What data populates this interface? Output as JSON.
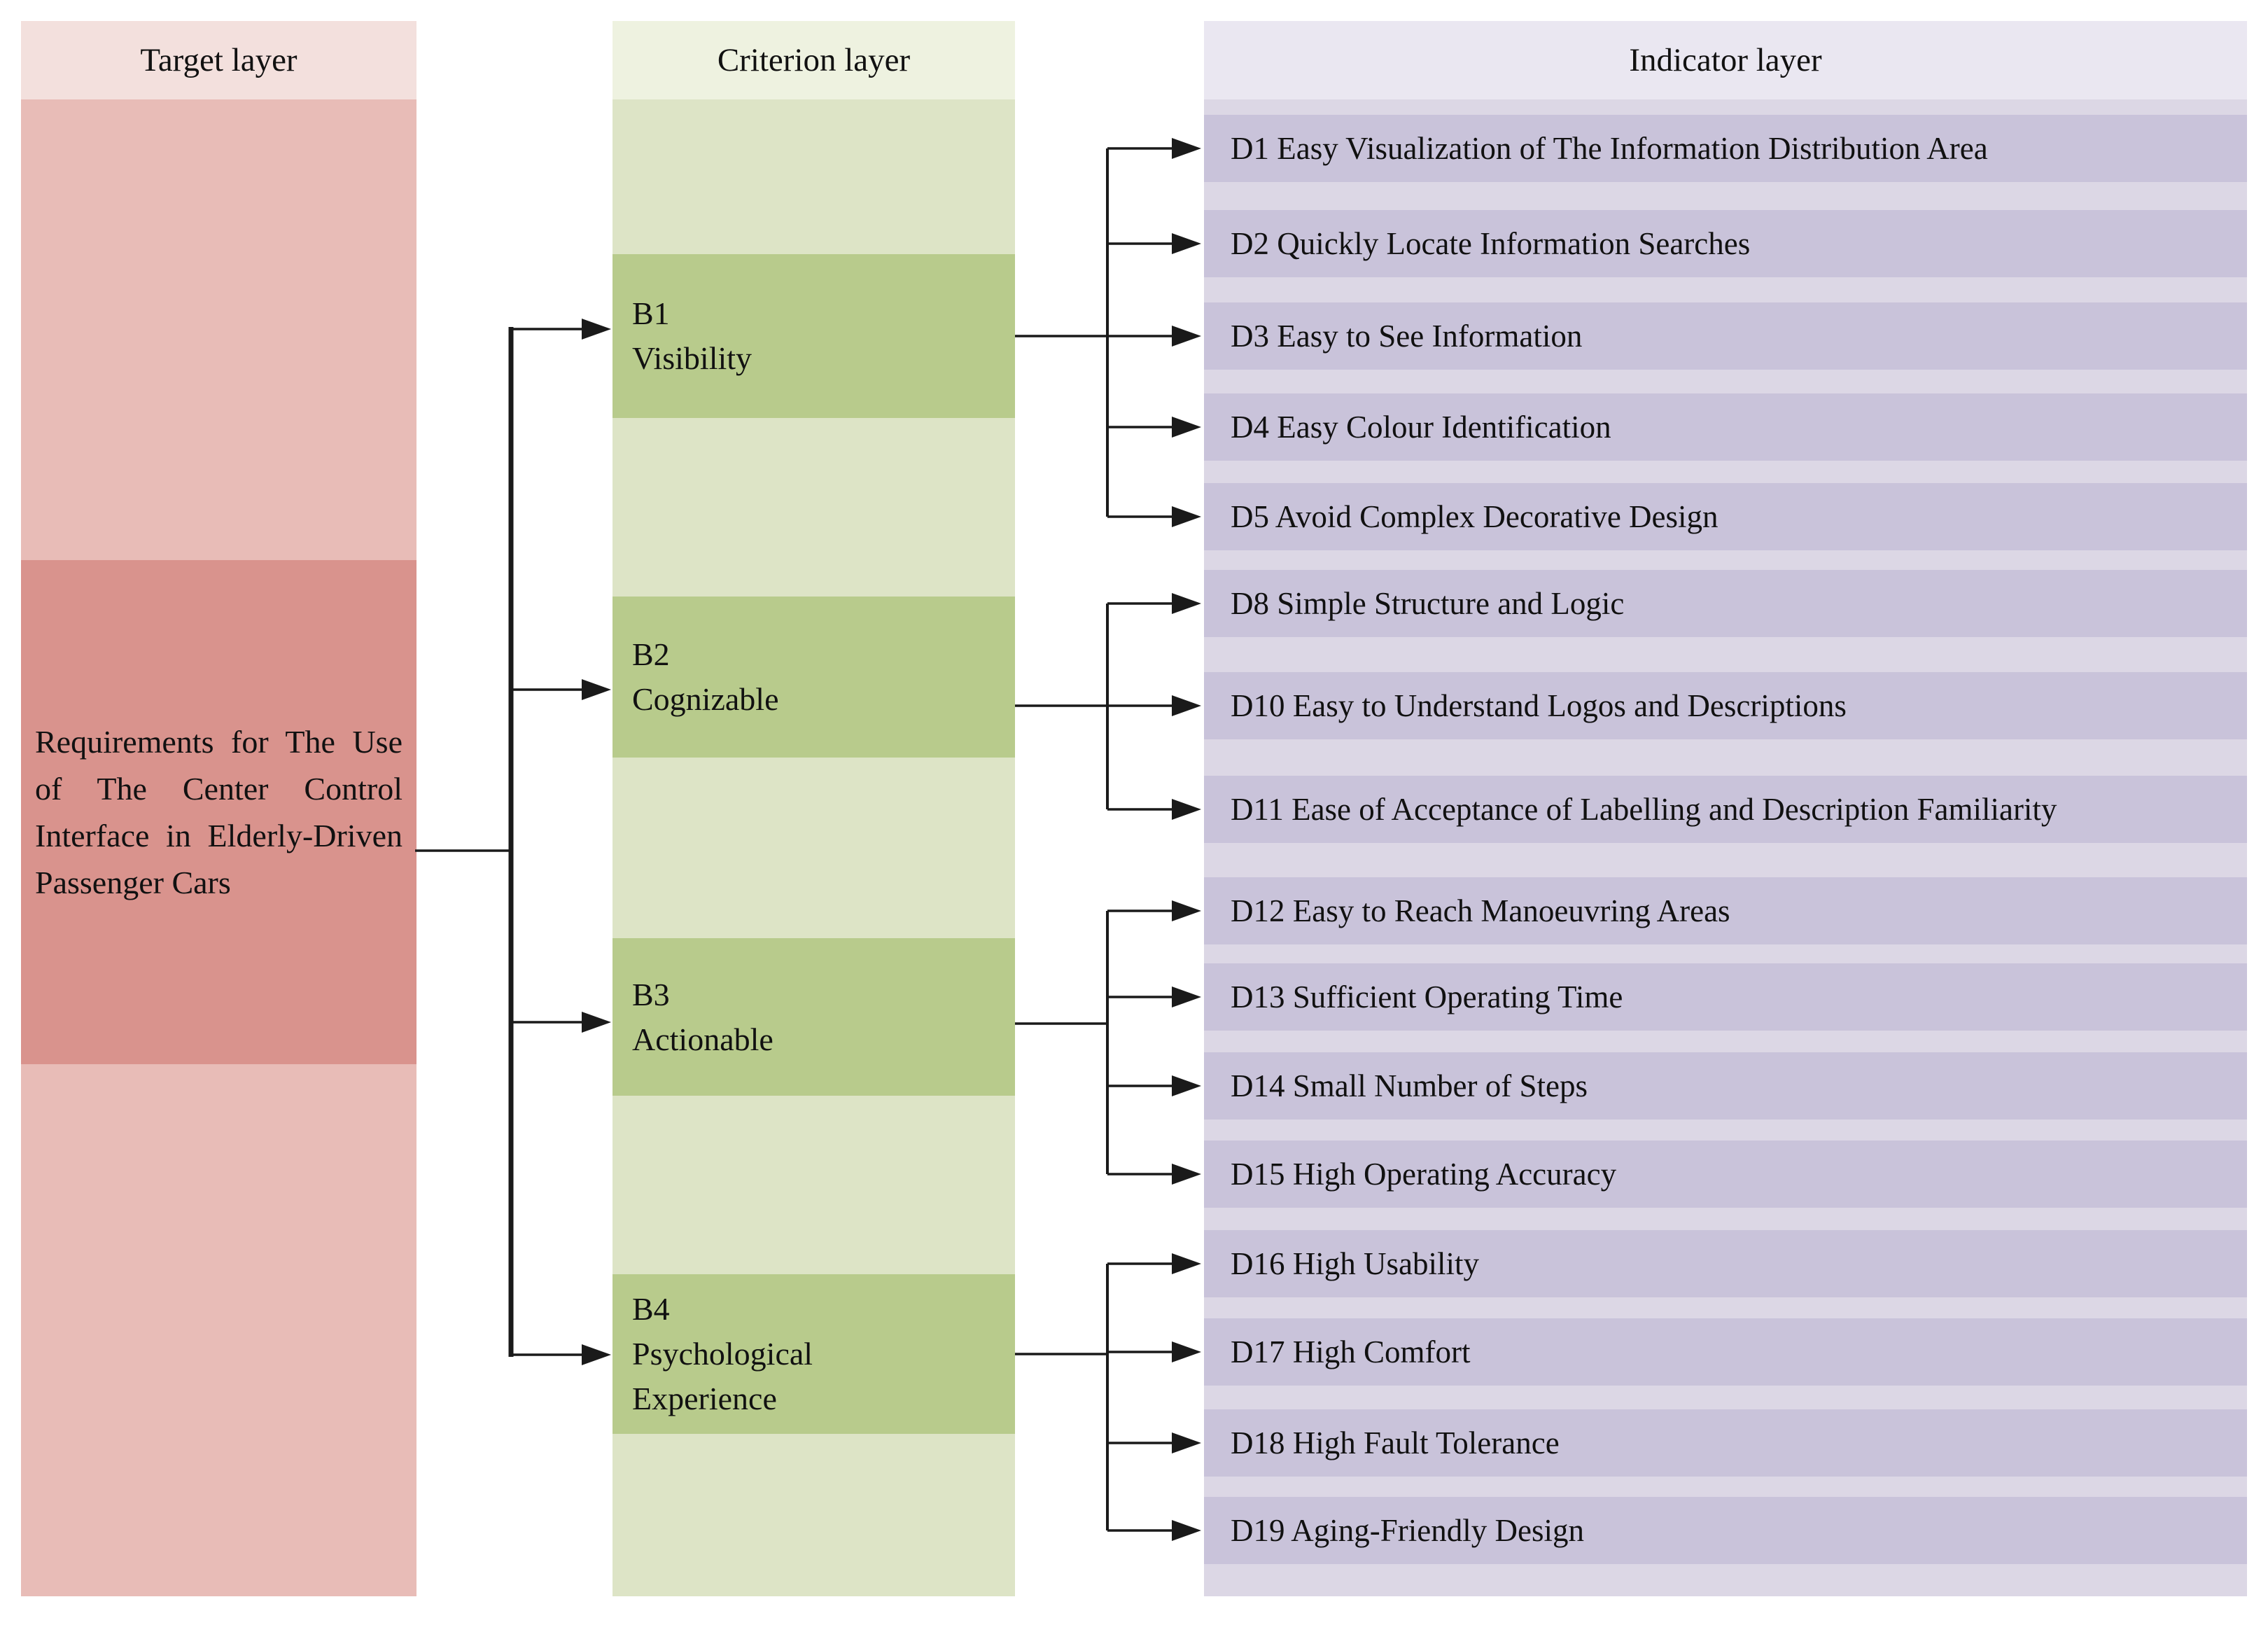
{
  "target": {
    "header": "Target layer",
    "box_text": "Requirements for The Use of The Center Control Interface in Elderly-Driven Passenger Cars"
  },
  "criterion": {
    "header": "Criterion layer",
    "items": [
      {
        "code": "B1",
        "name": "Visibility"
      },
      {
        "code": "B2",
        "name": "Cognizable"
      },
      {
        "code": "B3",
        "name": "Actionable"
      },
      {
        "code": "B4",
        "name": "Psychological Experience"
      }
    ]
  },
  "indicator": {
    "header": "Indicator layer",
    "items": [
      {
        "label": "D1 Easy Visualization of The Information Distribution Area"
      },
      {
        "label": "D2 Quickly Locate Information Searches"
      },
      {
        "label": "D3 Easy to See Information"
      },
      {
        "label": "D4 Easy Colour Identification"
      },
      {
        "label": "D5 Avoid Complex Decorative Design"
      },
      {
        "label": "D8 Simple Structure and Logic"
      },
      {
        "label": "D10 Easy to Understand Logos and Descriptions"
      },
      {
        "label": "D11 Ease of Acceptance of Labelling and Description Familiarity"
      },
      {
        "label": "D12 Easy to Reach Manoeuvring Areas"
      },
      {
        "label": "D13 Sufficient Operating Time"
      },
      {
        "label": "D14 Small Number of Steps"
      },
      {
        "label": "D15 High Operating Accuracy"
      },
      {
        "label": "D16 High Usability"
      },
      {
        "label": "D17 High Comfort"
      },
      {
        "label": "D18 High Fault Tolerance"
      },
      {
        "label": "D19 Aging-Friendly Design"
      }
    ]
  },
  "colors": {
    "target_header_bg": "#f3e0dd",
    "target_body_bg": "#e8bcb7",
    "target_box_bg": "#d9938d",
    "criterion_header_bg": "#eef2e0",
    "criterion_body_bg": "#dde4c6",
    "criterion_box_bg": "#b8cb8c",
    "indicator_header_bg": "#eae7f1",
    "indicator_body_bg": "#dcd7e5",
    "indicator_row_bg": "#c9c3da",
    "line_color": "#1a1a1a",
    "text_color": "#111111"
  }
}
